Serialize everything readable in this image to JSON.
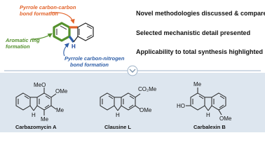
{
  "colors": {
    "orange": "#e2632a",
    "green": "#55912e",
    "blue": "#2f5fa8",
    "divider": "#9fb3c8",
    "bottom_bg": "#dde6ef"
  },
  "top": {
    "labels": {
      "cc_line1": "Pyrrole carbon-carbon",
      "cc_line2": "bond formation",
      "ring_line1": "Aromatic ring",
      "ring_line2": "formation",
      "cn_line1": "Pyrrole carbon-nitrogen",
      "cn_line2": "bond formation",
      "nh": "H"
    },
    "bullets": [
      "Novel methodologies discussed & compared",
      "Selected mechanistic detail presented",
      "Applicability to total synthesis highlighted"
    ]
  },
  "divider_icon": "chevron-down-icon",
  "compounds": [
    {
      "name": "Carbazomycin A",
      "substituents": {
        "meo": "MeO",
        "ome": "OMe",
        "me_right": "Me",
        "me_bottom": "Me",
        "h": "H"
      }
    },
    {
      "name": "Clausine L",
      "substituents": {
        "co2me": "CO₂Me",
        "ome": "OMe",
        "h": "H"
      }
    },
    {
      "name": "Carbalexin B",
      "substituents": {
        "me": "Me",
        "ho": "HO",
        "ome": "OMe",
        "h": "H"
      }
    }
  ]
}
